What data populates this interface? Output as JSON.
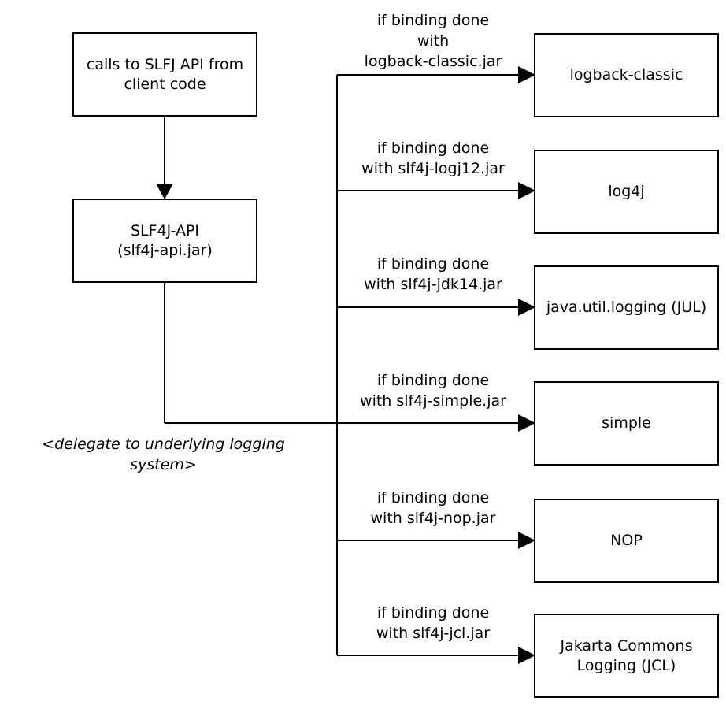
{
  "source_boxes": {
    "client": "calls to SLFJ API from\nclient code",
    "api": "SLF4J-API\n(slf4j-api.jar)"
  },
  "delegate_note": "<delegate to underlying logging\nsystem>",
  "bindings": [
    {
      "condition": "if binding done\nwith\nlogback-classic.jar",
      "target": "logback-classic"
    },
    {
      "condition": "if binding done\nwith slf4j-logj12.jar",
      "target": "log4j"
    },
    {
      "condition": "if binding done\nwith slf4j-jdk14.jar",
      "target": "java.util.logging (JUL)"
    },
    {
      "condition": "if binding done\nwith slf4j-simple.jar",
      "target": "simple"
    },
    {
      "condition": "if binding done\nwith slf4j-nop.jar",
      "target": "NOP"
    },
    {
      "condition": "if binding done\nwith slf4j-jcl.jar",
      "target": "Jakarta Commons\nLogging (JCL)"
    }
  ]
}
